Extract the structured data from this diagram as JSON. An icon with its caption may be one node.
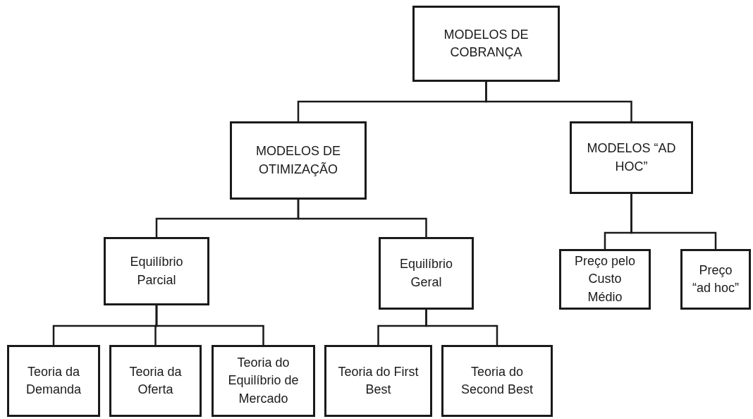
{
  "diagram": {
    "nodes": [
      {
        "text": [
          "MODELOS DE COBRANÇA"
        ]
      },
      {
        "text": [
          "MODELOS DE OTIMIZAÇÃO"
        ]
      },
      {
        "text": [
          "MODELOS “AD HOC”"
        ]
      },
      {
        "text": [
          "Equilíbrio Parcial"
        ]
      },
      {
        "text": [
          "Equilíbrio Geral"
        ]
      },
      {
        "text": [
          "Preço pelo Custo Médio"
        ]
      },
      {
        "text": [
          "Preço “ad hoc”"
        ]
      },
      {
        "text": [
          "Teoria da Demanda"
        ]
      },
      {
        "text": [
          "Teoria da Oferta"
        ]
      },
      {
        "text": [
          "Teoria do Equilíbrio de Mercado"
        ]
      },
      {
        "text": [
          "Teoria do First Best"
        ]
      },
      {
        "text": [
          "Teoria do Second Best"
        ]
      }
    ],
    "edges": [
      {
        "from": 0,
        "to": 1,
        "arrow": "none"
      },
      {
        "from": 0,
        "to": 2,
        "arrow": "none"
      },
      {
        "from": 1,
        "to": 3,
        "arrow": "none"
      },
      {
        "from": 1,
        "to": 4,
        "arrow": "none"
      },
      {
        "from": 2,
        "to": 5,
        "arrow": "none"
      },
      {
        "from": 2,
        "to": 6,
        "arrow": "none"
      },
      {
        "from": 3,
        "to": 7,
        "arrow": "none"
      },
      {
        "from": 3,
        "to": 8,
        "arrow": "none"
      },
      {
        "from": 3,
        "to": 9,
        "arrow": "none"
      },
      {
        "from": 4,
        "to": 10,
        "arrow": "none"
      },
      {
        "from": 4,
        "to": 11,
        "arrow": "none"
      }
    ]
  }
}
